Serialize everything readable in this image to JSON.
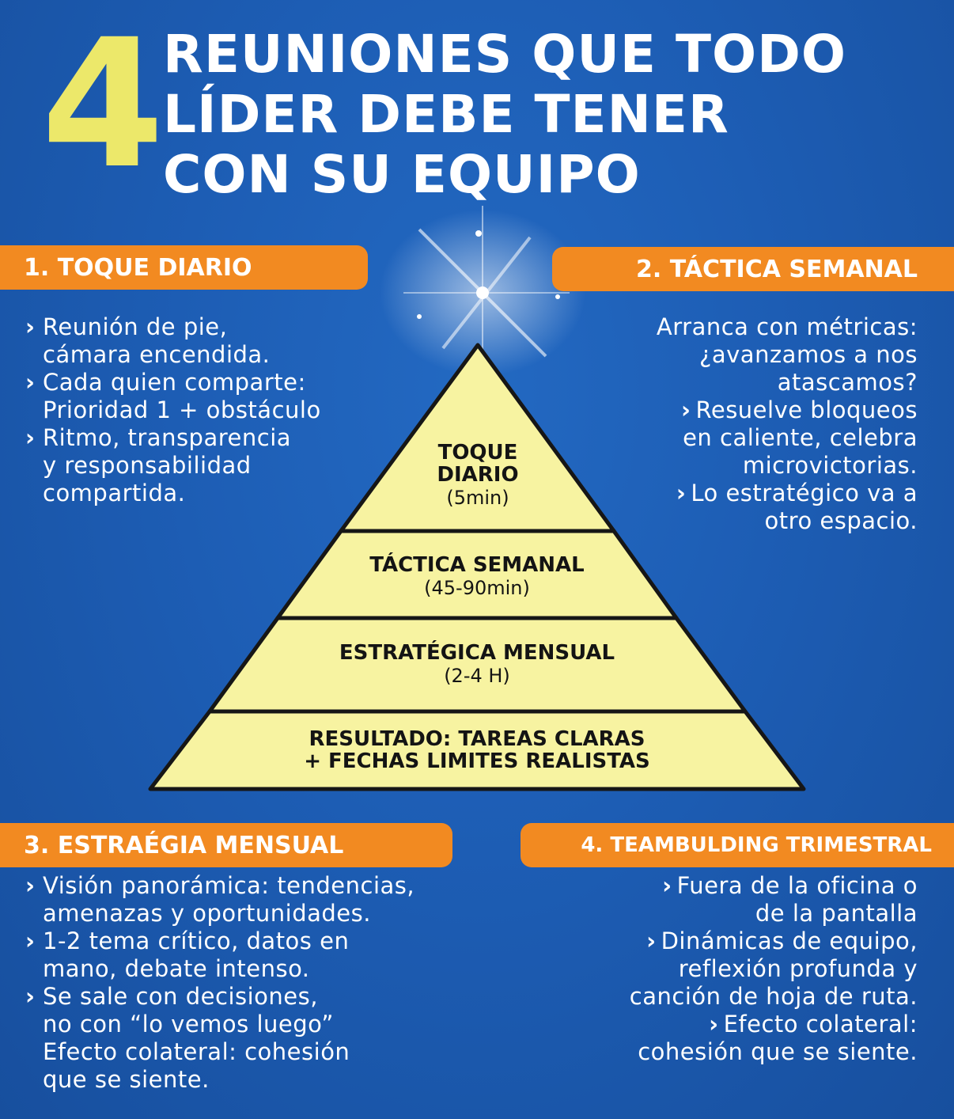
{
  "header": {
    "number": "4",
    "title_lines": [
      "REUNIONES QUE TODO",
      "LÍDER DEBE TENER",
      "CON SU EQUIPO"
    ]
  },
  "sections": [
    {
      "heading": "1. TOQUE DIARIO",
      "lines": [
        {
          "bullet": true,
          "text": "Reunión de pie,"
        },
        {
          "bullet": false,
          "text": "cámara encendida."
        },
        {
          "bullet": true,
          "text": "Cada quien comparte:"
        },
        {
          "bullet": false,
          "text": "Prioridad 1 + obstáculo"
        },
        {
          "bullet": true,
          "text": "Ritmo, transparencia"
        },
        {
          "bullet": false,
          "text": "y responsabilidad"
        },
        {
          "bullet": false,
          "text": "compartida."
        }
      ]
    },
    {
      "heading": "2. TÁCTICA SEMANAL",
      "lines": [
        {
          "bullet": false,
          "text": "Arranca con métricas:"
        },
        {
          "bullet": false,
          "text": "¿avanzamos a nos"
        },
        {
          "bullet": false,
          "text": "atascamos?"
        },
        {
          "bullet": true,
          "text": "Resuelve bloqueos"
        },
        {
          "bullet": false,
          "text": "en caliente, celebra"
        },
        {
          "bullet": false,
          "text": "microvictorias."
        },
        {
          "bullet": true,
          "text": "Lo estratégico va a"
        },
        {
          "bullet": false,
          "text": "otro espacio."
        }
      ]
    },
    {
      "heading": "3. ESTRAÉGIA MENSUAL",
      "lines": [
        {
          "bullet": true,
          "text": "Visión panorámica: tendencias,"
        },
        {
          "bullet": false,
          "text": "amenazas y oportunidades."
        },
        {
          "bullet": true,
          "text": "1-2 tema crítico, datos en"
        },
        {
          "bullet": false,
          "text": "mano, debate intenso."
        },
        {
          "bullet": true,
          "text": "Se sale con decisiones,"
        },
        {
          "bullet": false,
          "text": "no con “lo vemos luego”"
        },
        {
          "bullet": false,
          "text": "Efecto colateral: cohesión"
        },
        {
          "bullet": false,
          "text": "que se siente."
        }
      ]
    },
    {
      "heading": "4. TEAMBULDING TRIMESTRAL",
      "lines": [
        {
          "bullet": true,
          "text": "Fuera de la oficina o"
        },
        {
          "bullet": false,
          "text": "de la pantalla"
        },
        {
          "bullet": true,
          "text": "Dinámicas de equipo,"
        },
        {
          "bullet": false,
          "text": "reflexión profunda y"
        },
        {
          "bullet": false,
          "text": "canción de hoja de ruta."
        },
        {
          "bullet": true,
          "text": "Efecto colateral:"
        },
        {
          "bullet": false,
          "text": "cohesión que se siente."
        }
      ]
    }
  ],
  "pyramid": [
    {
      "title": "TOQUE",
      "title2": "DIARIO",
      "sub": "(5min)"
    },
    {
      "title": "TÁCTICA SEMANAL",
      "sub": "(45-90min)"
    },
    {
      "title": "ESTRATÉGICA MENSUAL",
      "sub": "(2-4 H)"
    },
    {
      "title": "RESULTADO: TAREAS CLARAS",
      "title2": "+ FECHAS LIMITES REALISTAS"
    }
  ],
  "colors": {
    "background": "#1d5db4",
    "accent_orange": "#f28a21",
    "pyramid_fill": "#f7f3a1",
    "number_yellow": "#ece86a",
    "text": "#ffffff"
  },
  "bullet_glyph": "›"
}
